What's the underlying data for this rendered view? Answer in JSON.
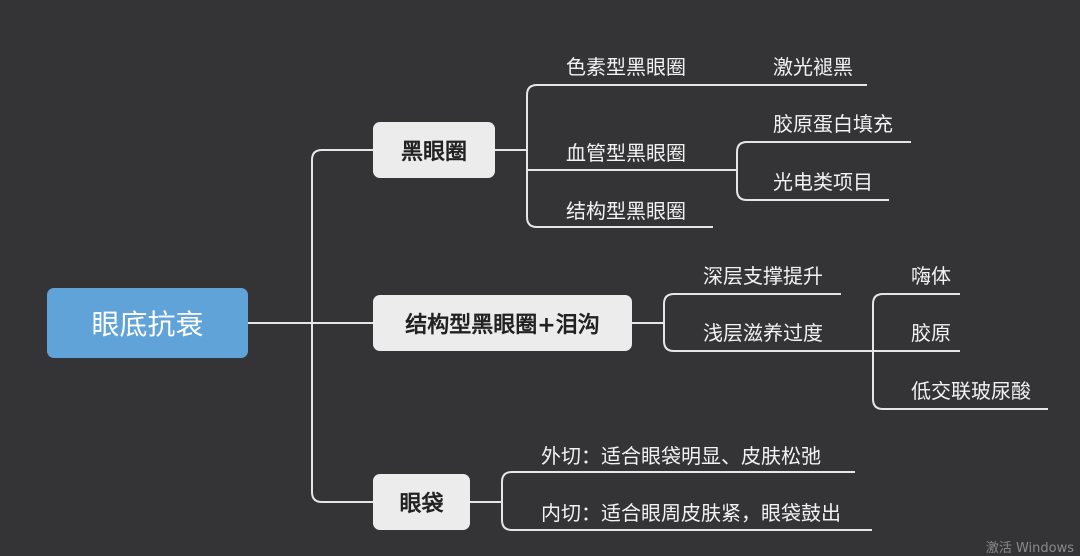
{
  "root": "眼底抗衰",
  "branches": [
    {
      "label": "黑眼圈",
      "children": [
        {
          "label": "色素型黑眼圈",
          "children": [
            "激光褪黑"
          ]
        },
        {
          "label": "血管型黑眼圈",
          "children": [
            "胶原蛋白填充",
            "光电类项目"
          ]
        },
        {
          "label": "结构型黑眼圈",
          "children": []
        }
      ]
    },
    {
      "label": "结构型黑眼圈+泪沟",
      "children": [
        {
          "label": "深层支撑提升",
          "children": []
        },
        {
          "label": "浅层滋养过度",
          "children": [
            "嗨体",
            "胶原",
            "低交联玻尿酸"
          ]
        }
      ]
    },
    {
      "label": "眼袋",
      "children": [
        {
          "label": "外切：适合眼袋明显、皮肤松弛",
          "children": []
        },
        {
          "label": "内切：适合眼周皮肤紧，眼袋鼓出",
          "children": []
        }
      ]
    }
  ],
  "watermark": "激活 Windows",
  "colors": {
    "background": "#343436",
    "root": "#5fa3d9",
    "branch": "#ececec",
    "line": "#e6e6e6"
  }
}
